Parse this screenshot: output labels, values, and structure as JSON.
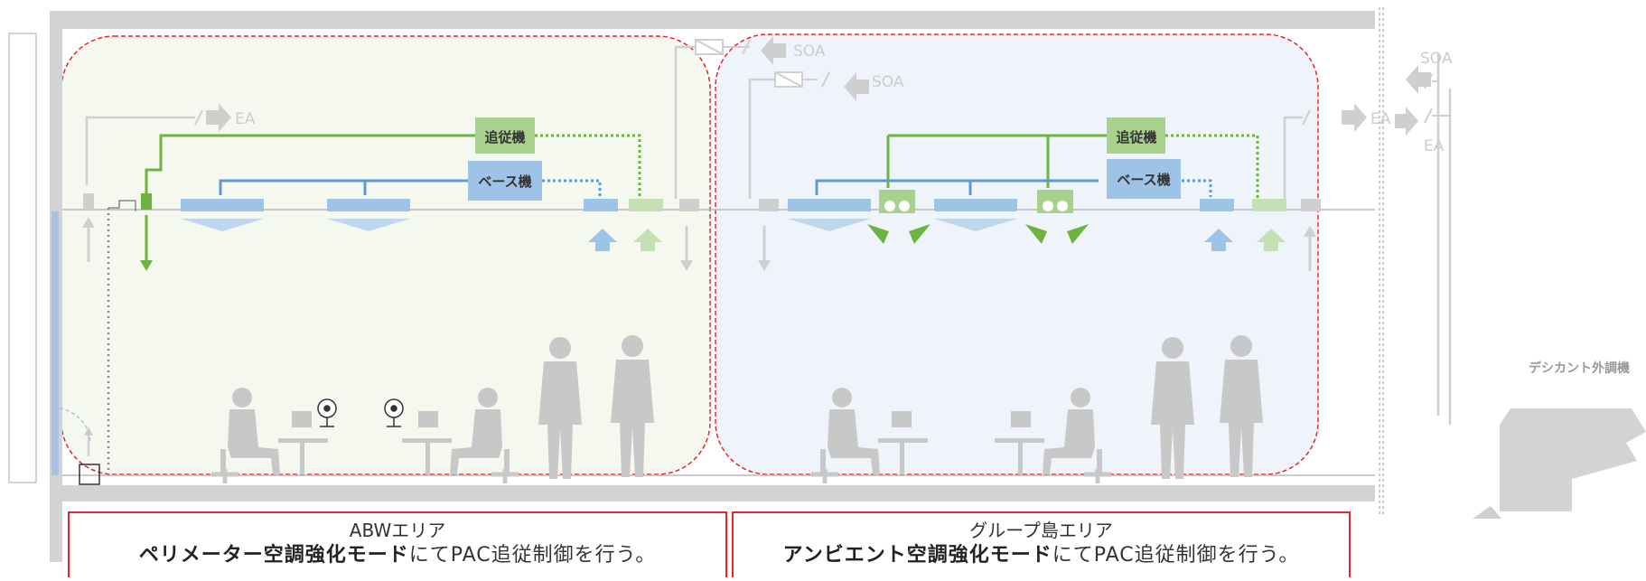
{
  "labels": {
    "soa": "SOA",
    "ea": "EA",
    "follower_unit": "追従機",
    "base_unit": "ベース機",
    "desiccant_unit": "デシカント外調機"
  },
  "zones": [
    {
      "area_name": "ABWエリア",
      "mode_bold": "ペリメーター空調強化モード",
      "mode_rest": "にてPAC追従制御を行う。"
    },
    {
      "area_name": "グループ島エリア",
      "mode_bold": "アンビエント空調強化モード",
      "mode_rest": "にてPAC追従制御を行う。"
    }
  ],
  "colors": {
    "green": "#6db33f",
    "blue": "#5b9bd5",
    "zone_outline": "#e8262a",
    "gray": "#c8c8c8"
  }
}
